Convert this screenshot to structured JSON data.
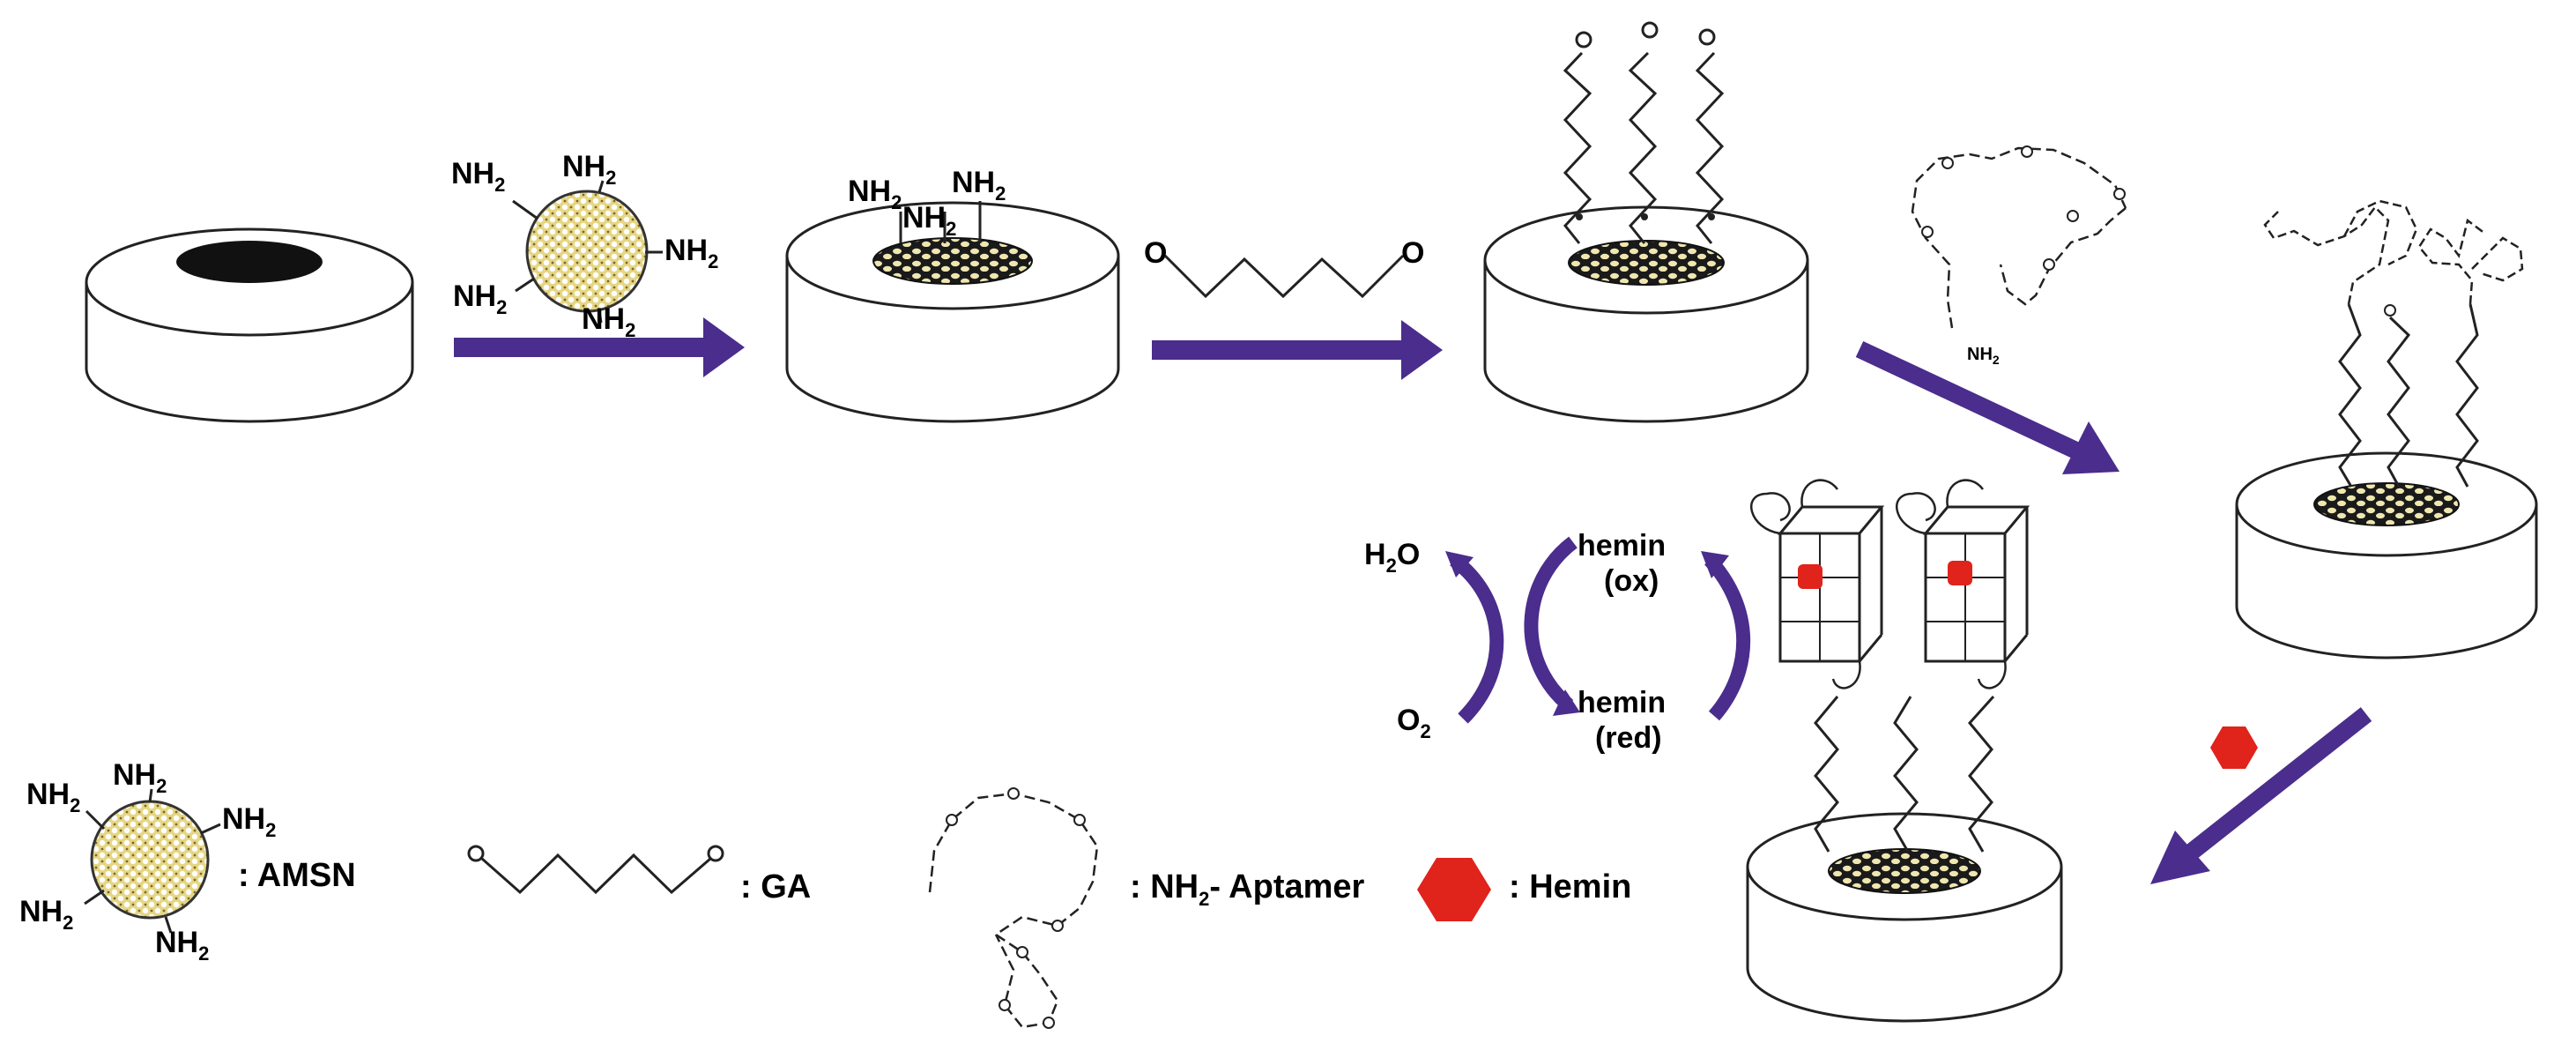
{
  "colors": {
    "arrow": "#4a2d8c",
    "nanoparticle_fill": "#e8d98c",
    "hemin": "#e0231b",
    "electrode_core": "#1a1a1a"
  },
  "labels": {
    "amine": "NH",
    "amine_subscript": "2",
    "water": "H",
    "water_subscript": "2",
    "water_suffix": "O",
    "oxygen": "O",
    "oxygen_subscript": "2",
    "hemin_ox_line1": "hemin",
    "hemin_ox_line2": "(ox)",
    "hemin_red_line1": "hemin",
    "hemin_red_line2": "(red)"
  },
  "legend": {
    "amsn": ": AMSN",
    "ga": ": GA",
    "aptamer_prefix": ": NH",
    "aptamer_subscript": "2",
    "aptamer_suffix": "- Aptamer",
    "hemin": ": Hemin"
  },
  "icons": [
    "electrode-icon",
    "amsn-nanoparticle-icon",
    "glutaraldehyde-icon",
    "aptamer-icon",
    "g-quadruplex-icon",
    "hemin-icon",
    "process-arrow-icon",
    "redox-cycle-icon"
  ]
}
